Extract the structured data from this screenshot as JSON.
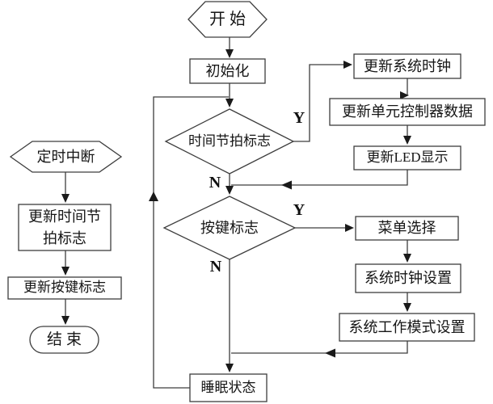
{
  "diagram": {
    "type": "flowchart",
    "nodes": {
      "start": "开始",
      "init": "初始化",
      "tick_decision": "时间节拍标志",
      "key_decision": "按键标志",
      "sleep": "睡眠状态",
      "update_sys_clock": "更新系统时钟",
      "update_unit_data": "更新单元控制器数据",
      "update_led": "更新LED显示",
      "menu_select": "菜单选择",
      "sys_clock_setting": "系统时钟设置",
      "sys_work_mode_setting": "系统工作模式设置",
      "timer_interrupt": "定时中断",
      "update_tick_flag": "更新时间节拍标志",
      "update_key_flag": "更新按键标志",
      "end": "结束"
    },
    "branches": {
      "tick_yes": "Y",
      "tick_no": "N",
      "key_yes": "Y",
      "key_no": "N"
    },
    "colors": {
      "line": "#3d3d3d",
      "node_fill": "#ffffff",
      "text": "#161616",
      "background": "#ffffff"
    }
  }
}
